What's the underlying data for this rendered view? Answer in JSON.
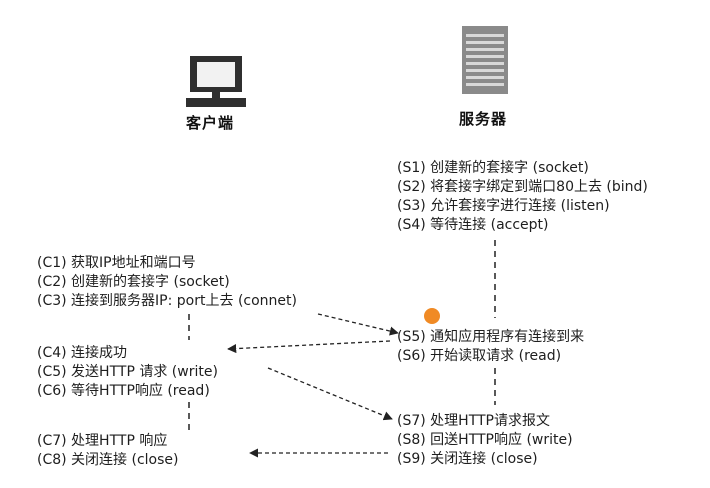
{
  "client": {
    "title": "客户端"
  },
  "server": {
    "title": "服务器"
  },
  "server_steps": [
    "(S1) 创建新的套接字 (socket)",
    "(S2) 将套接字绑定到端口80上去 (bind)",
    "(S3) 允许套接字进行连接 (listen)",
    "(S4) 等待连接 (accept)"
  ],
  "client_steps_1": [
    "(C1) 获取IP地址和端口号",
    "(C2) 创建新的套接字 (socket)",
    "(C3) 连接到服务器IP: port上去 (connet)"
  ],
  "server_steps_2": [
    "(S5) 通知应用程序有连接到来",
    "(S6) 开始读取请求 (read)"
  ],
  "client_steps_2": [
    "(C4) 连接成功",
    "(C5) 发送HTTP 请求 (write)",
    "(C6) 等待HTTP响应 (read)"
  ],
  "server_steps_3": [
    "(S7) 处理HTTP请求报文",
    "(S8) 回送HTTP响应 (write)",
    "(S9) 关闭连接 (close)"
  ],
  "client_steps_3": [
    "(C7) 处理HTTP 响应",
    "(C8) 关闭连接  (close)"
  ],
  "icons": {
    "client": "computer-monitor-icon",
    "server": "server-tower-icon",
    "cursor": "cursor-highlight-icon"
  },
  "colors": {
    "cursor": "#f08a24",
    "line": "#222222"
  }
}
